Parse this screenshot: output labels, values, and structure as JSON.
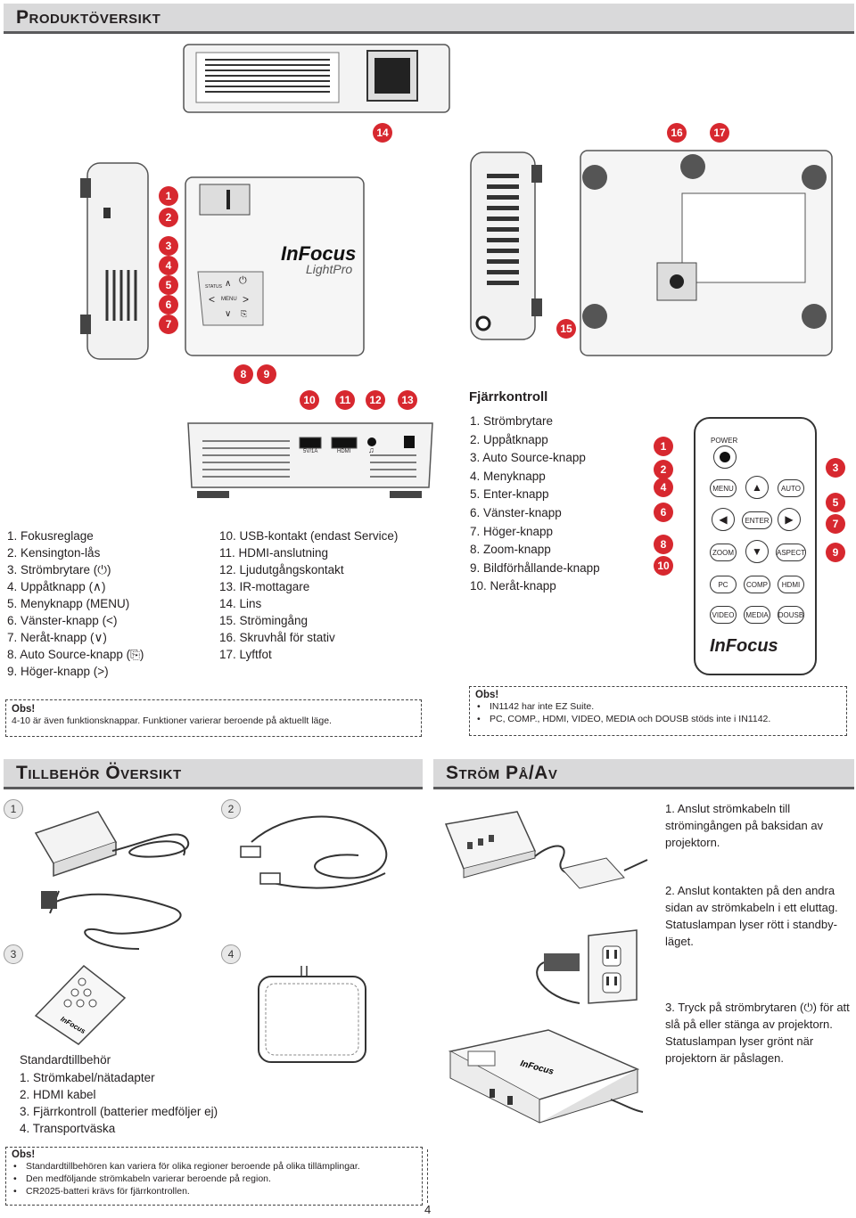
{
  "headers": {
    "product_overview": "Produktöversikt",
    "accessories": "Tillbehör Översikt",
    "power": "Ström På/Av"
  },
  "product": {
    "callouts": [
      "1",
      "2",
      "3",
      "4",
      "5",
      "6",
      "7",
      "8",
      "9",
      "10",
      "11",
      "12",
      "13",
      "14",
      "15",
      "16",
      "17"
    ],
    "brand": "InFocus",
    "model": "LightPro",
    "keypad": {
      "status": "STATUS",
      "menu": "MENU"
    },
    "port_labels": {
      "usb": "5V/1A",
      "hdmi": "HDMI"
    },
    "list_left": [
      "1. Fokusreglage",
      "2. Kensington-lås",
      "3. Strömbrytare (⏻)",
      "4. Uppåtknapp (∧)",
      "5. Menyknapp (MENU)",
      "6. Vänster-knapp (<)",
      "7. Neråt-knapp (∨)",
      "8. Auto Source-knapp (⎘)",
      "9. Höger-knapp (>)"
    ],
    "list_right": [
      "10. USB-kontakt (endast Service)",
      "11. HDMI-anslutning",
      "12. Ljudutgångskontakt",
      "13. IR-mottagare",
      "14. Lins",
      "15. Strömingång",
      "16. Skruvhål för stativ",
      "17. Lyftfot"
    ],
    "note_title": "Obs!",
    "note_text": "4-10 är även funktionsknappar. Funktioner varierar beroende på aktuellt läge."
  },
  "remote": {
    "title": "Fjärrkontroll",
    "list": [
      "1. Strömbrytare",
      "2. Uppåtknapp",
      "3. Auto Source-knapp",
      "4. Menyknapp",
      "5. Enter-knapp",
      "6. Vänster-knapp",
      "7. Höger-knapp",
      "8. Zoom-knapp",
      "9. Bildförhållande-knapp",
      "10. Neråt-knapp"
    ],
    "buttons": {
      "power": "POWER",
      "menu": "MENU",
      "auto": "AUTO",
      "enter": "ENTER",
      "zoom": "ZOOM",
      "aspect": "ASPECT",
      "pc": "PC",
      "comp": "COMP",
      "hdmi": "HDMI",
      "video": "VIDEO",
      "media": "MEDIA",
      "dousb": "DOUSB"
    },
    "brand": "InFocus",
    "callouts": [
      "1",
      "2",
      "3",
      "4",
      "5",
      "6",
      "7",
      "8",
      "9",
      "10"
    ],
    "note_title": "Obs!",
    "note_items": [
      "IN1142 har inte EZ Suite.",
      "PC, COMP., HDMI, VIDEO, MEDIA och DOUSB stöds inte i IN1142."
    ]
  },
  "accessories": {
    "callouts": [
      "1",
      "2",
      "3",
      "4"
    ],
    "std_title": "Standardtillbehör",
    "std_list": [
      "1. Strömkabel/nätadapter",
      "2. HDMI kabel",
      "3. Fjärrkontroll (batterier medföljer ej)",
      "4. Transportväska"
    ],
    "note_title": "Obs!",
    "note_items": [
      "Standardtillbehören kan variera för olika regioner beroende på olika tillämplingar.",
      "Den medföljande strömkabeln varierar beroende på region.",
      "CR2025-batteri krävs för fjärrkontrollen."
    ]
  },
  "power": {
    "steps": [
      "1. Anslut strömkabeln till strömingången på baksidan av projektorn.",
      "2. Anslut kontakten på den andra sidan av strömkabeln i ett eluttag. Statuslampan lyser rött i standby-läget.",
      "3. Tryck på strömbrytaren (⏻) för att slå på eller stänga av projektorn. Statuslampan lyser grönt när projektorn är påslagen."
    ]
  },
  "page_number": "4"
}
